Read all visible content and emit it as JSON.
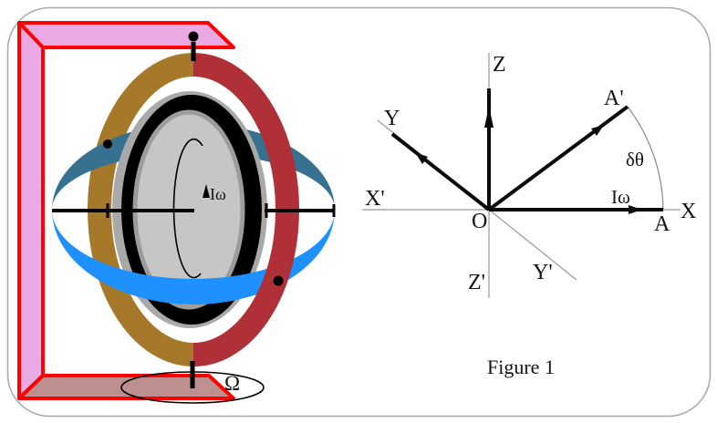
{
  "figure": {
    "caption": "Figure 1",
    "background": "#ffffff",
    "border_color": "#a8a8a8"
  },
  "gyroscope": {
    "labels": {
      "spin_momentum": "Iω",
      "precession": "Ω"
    },
    "colors": {
      "frame_outline": "#ff0000",
      "frame_arm": "#e9a9e2",
      "frame_base": "#bd8f8f",
      "outer_ring_left": "#a5782a",
      "outer_ring_right": "#b03038",
      "ring_back": "#36718f",
      "ring_front": "#1e90ff",
      "rotor_back_rim": "#a9a9a9",
      "rotor_side": "#000000",
      "rotor_face": "#c6c6c6",
      "rotor_face_edge": "#9c9c9c"
    }
  },
  "axes": {
    "labels": {
      "z": "Z",
      "y": "Y",
      "x_prime": "X'",
      "origin": "O",
      "x": "X",
      "a": "A",
      "a_prime": "A'",
      "delta_theta": "δθ",
      "i_omega": "Iω",
      "z_prime": "Z'",
      "y_prime": "Y'"
    }
  }
}
